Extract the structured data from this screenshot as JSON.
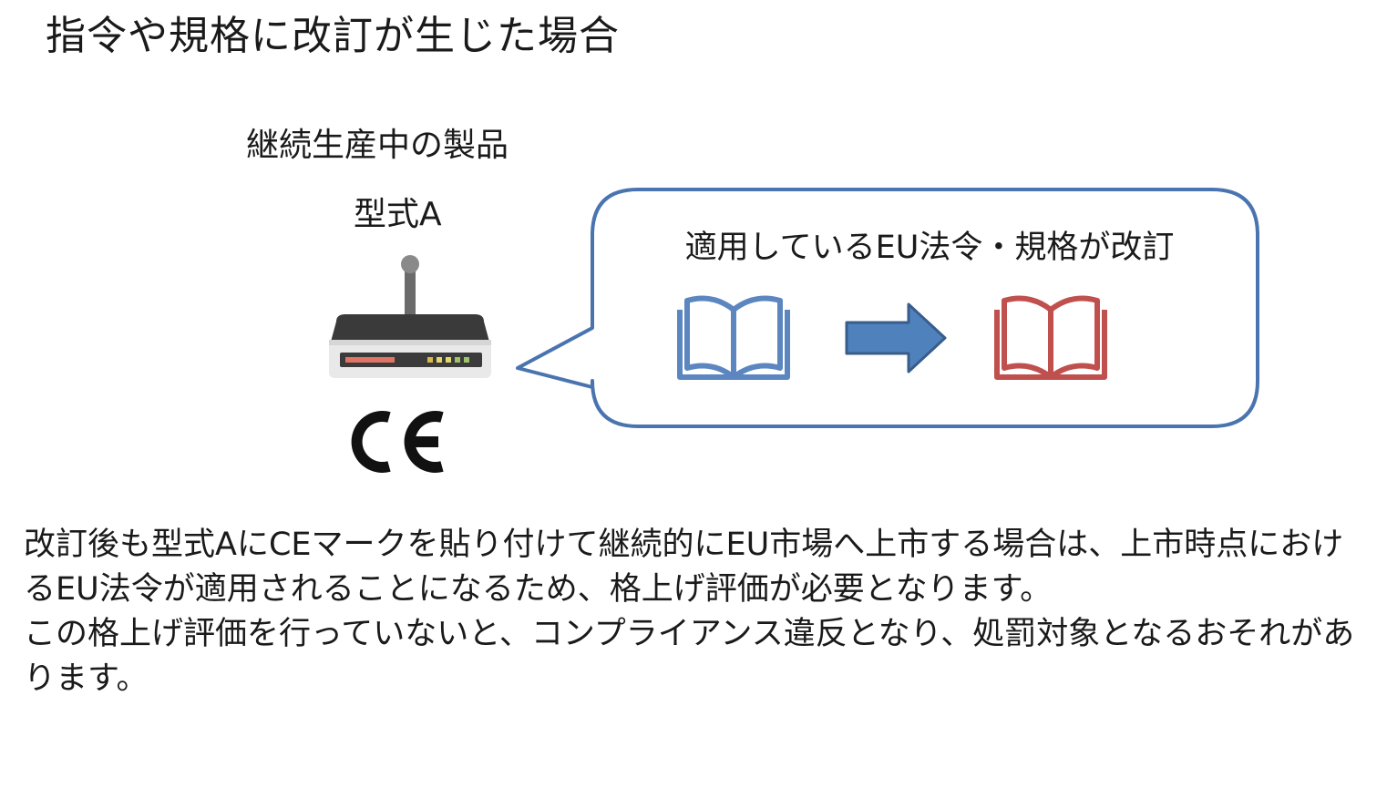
{
  "title": "指令や規格に改訂が生じた場合",
  "product": {
    "caption": "継続生産中の製品",
    "model_label": "型式A",
    "device_icon": "wireless-router-icon",
    "mark_icon": "ce-mark-icon"
  },
  "callout": {
    "text": "適用しているEU法令・規格が改訂",
    "old_icon": "open-book-icon",
    "arrow_icon": "right-arrow-icon",
    "new_icon": "open-book-icon"
  },
  "body": {
    "line1": "改訂後も型式AにCEマークを貼り付けて継続的にEU市場へ上市する場合は、上市時点におけるEU法令が適用されることになるため、格上げ評価が必要となります。",
    "line2": "この格上げ評価を行っていないと、コンプライアンス違反となり、処罰対象となるおそれがあります。"
  },
  "colors": {
    "bubble_border": "#4a74b0",
    "book_old": "#5b86c0",
    "book_new": "#c0504d",
    "arrow_fill": "#4f81bd",
    "arrow_stroke": "#385d8a",
    "router_body": "#3a3a3a",
    "router_panel": "#e8e8e8"
  }
}
